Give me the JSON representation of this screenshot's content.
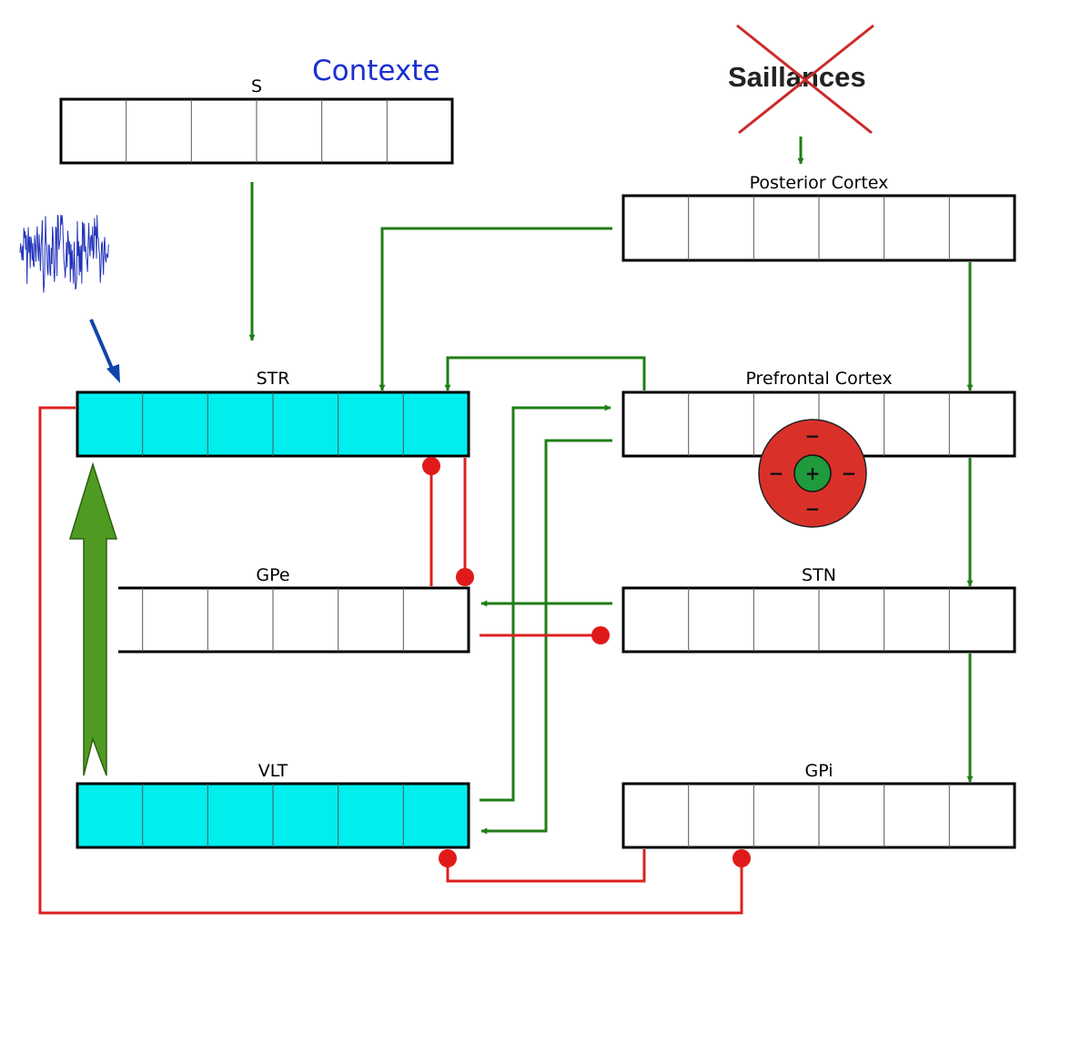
{
  "labels": {
    "context": "Contexte",
    "saliences": "Saillances",
    "s": "S",
    "posterior_cortex": "Posterior Cortex",
    "prefrontal_cortex": "Prefrontal Cortex",
    "str": "STR",
    "gpe": "GPe",
    "stn": "STN",
    "vlt": "VLT",
    "gpi": "GPi"
  },
  "symbols": {
    "plus": "+",
    "minus": "−"
  },
  "colors": {
    "excitatory": "#1f7d16",
    "inhibitory": "#dd2020",
    "active_layer": "#00eeee",
    "context_text": "#1a2fd0",
    "noise": "#2233bb",
    "big_arrow": "#4f9a22",
    "cross": "#cc2a2a",
    "center_surround_outer": "#d9312a",
    "center_surround_inner": "#1f9a3c"
  }
}
